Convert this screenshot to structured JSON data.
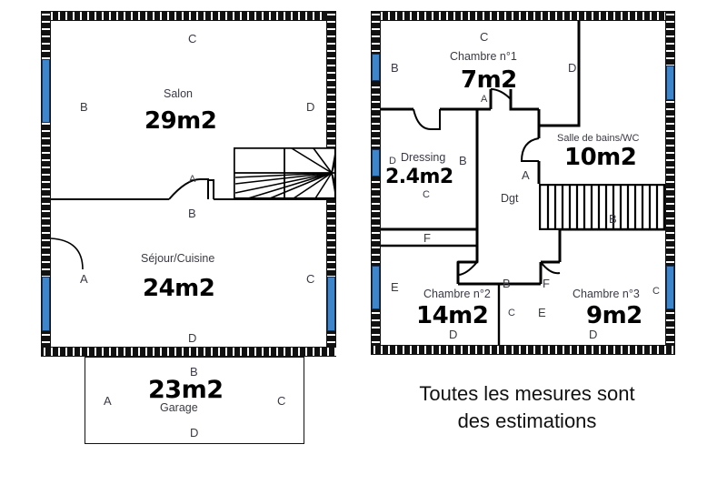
{
  "document": {
    "type": "floor-plan",
    "caption_line1": "Toutes les mesures sont",
    "caption_line2": "des estimations",
    "colors": {
      "window": "#3d86cc",
      "wall": "#111111",
      "label_text": "#3a3a46"
    }
  },
  "ground_floor": {
    "rooms": [
      {
        "name": "Salon",
        "area": "29m2"
      },
      {
        "name": "Séjour/Cuisine",
        "area": "24m2"
      },
      {
        "name": "Garage",
        "area": "23m2"
      }
    ],
    "salon_sides": {
      "top": "C",
      "left": "B",
      "right": "D",
      "bottom": "B",
      "inner": "A"
    },
    "sejour_sides": {
      "left": "A",
      "right": "C",
      "bottom": "D"
    },
    "garage_sides": {
      "top": "B",
      "left": "A",
      "right": "C",
      "bottom": "D"
    },
    "features": [
      "staircase-winder",
      "entry-door",
      "interior-door"
    ]
  },
  "first_floor": {
    "rooms": [
      {
        "name": "Chambre n°1",
        "area": "7m2"
      },
      {
        "name": "Dressing",
        "area": "2.4m2"
      },
      {
        "name": "Salle de bains/WC",
        "area": "10m2"
      },
      {
        "name": "Chambre n°2",
        "area": "14m2"
      },
      {
        "name": "Chambre n°3",
        "area": "9m2"
      },
      {
        "name": "Dgt",
        "area": ""
      }
    ],
    "chambre1_sides": {
      "top": "C",
      "left": "B",
      "right": "D",
      "bottom": "A"
    },
    "dressing_sides": {
      "left": "D",
      "right": "B",
      "bottom": "C"
    },
    "bain_sides": {
      "left": "A",
      "bottom": "B"
    },
    "chambre2_sides": {
      "left": "E",
      "top": "F",
      "right": "B",
      "right2": "C",
      "bottom": "D"
    },
    "chambre3_sides": {
      "left": "F",
      "left2": "E",
      "right": "C",
      "bottom": "D"
    },
    "features": [
      "staircase-straight",
      "doors"
    ]
  }
}
